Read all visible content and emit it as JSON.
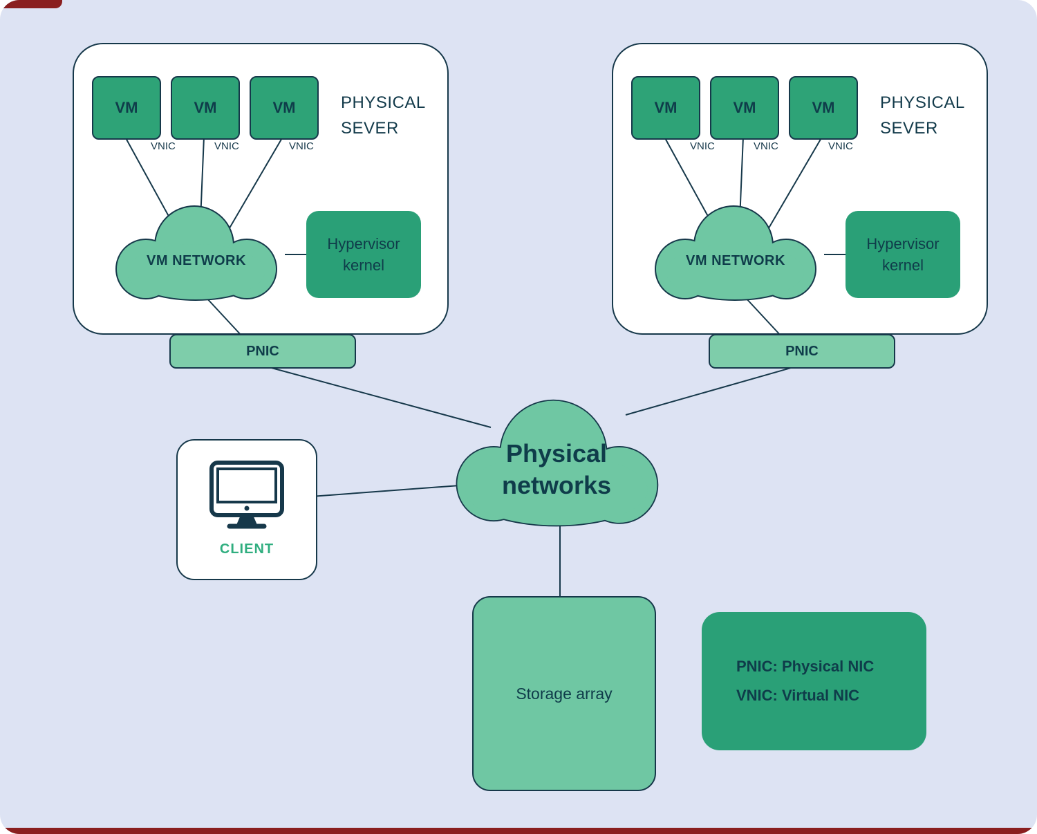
{
  "colors": {
    "background": "#dde3f3",
    "outline_navy": "#16384a",
    "green_dark": "#2aa077",
    "green_mid": "#6fc7a3",
    "green_light": "#7ecdaa",
    "vm_green": "#2ea377",
    "client_accent": "#2fae7f",
    "corner_accent_red": "#8a1f1f"
  },
  "servers": [
    {
      "title_line1": "PHYSICAL",
      "title_line2": "SEVER",
      "vms": [
        "VM",
        "VM",
        "VM"
      ],
      "vnics": [
        "VNIC",
        "VNIC",
        "VNIC"
      ],
      "network_label": "VM NETWORK",
      "hypervisor_line1": "Hypervisor",
      "hypervisor_line2": "kernel",
      "pnic_label": "PNIC"
    },
    {
      "title_line1": "PHYSICAL",
      "title_line2": "SEVER",
      "vms": [
        "VM",
        "VM",
        "VM"
      ],
      "vnics": [
        "VNIC",
        "VNIC",
        "VNIC"
      ],
      "network_label": "VM NETWORK",
      "hypervisor_line1": "Hypervisor",
      "hypervisor_line2": "kernel",
      "pnic_label": "PNIC"
    }
  ],
  "physical_networks": {
    "line1": "Physical",
    "line2": "networks"
  },
  "client": {
    "label": "CLIENT"
  },
  "storage": {
    "label": "Storage array"
  },
  "legend": {
    "line1": "PNIC: Physical NIC",
    "line2": "VNIC: Virtual NIC"
  }
}
